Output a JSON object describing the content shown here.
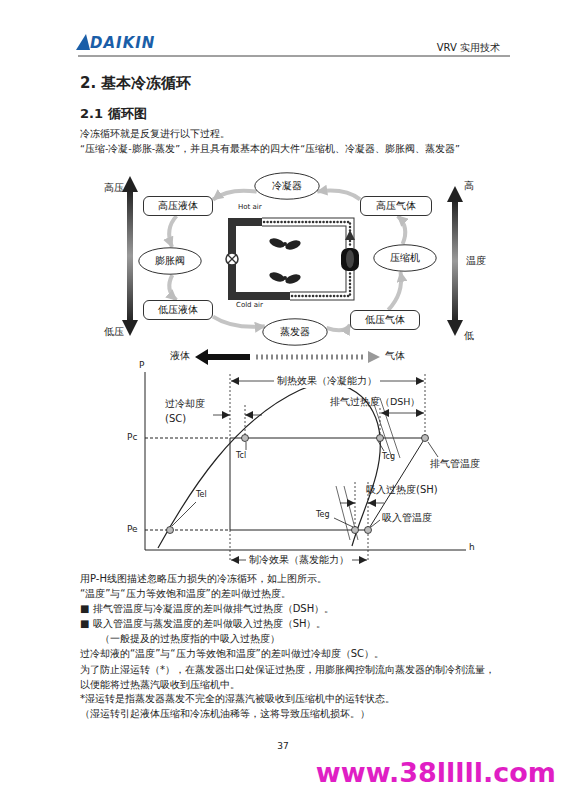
{
  "diagram": {
    "title": "2. 基本冷冻循环",
    "nodes": [
      {
        "text": [
          "冷凝器"
        ]
      },
      {
        "text": [
          "高压液体"
        ]
      },
      {
        "text": [
          "高压气体"
        ]
      },
      {
        "text": [
          "膨胀阀"
        ]
      },
      {
        "text": [
          "压缩机"
        ]
      },
      {
        "text": [
          "低压液体"
        ]
      },
      {
        "text": [
          "低压气体"
        ]
      },
      {
        "text": [
          "蒸发器"
        ]
      }
    ],
    "edges": [
      {
        "from": 4,
        "to": 2,
        "arrow": "to"
      },
      {
        "from": 2,
        "to": 0,
        "arrow": "to"
      },
      {
        "from": 0,
        "to": 1,
        "arrow": "to"
      },
      {
        "from": 1,
        "to": 3,
        "arrow": "to"
      },
      {
        "from": 3,
        "to": 5,
        "arrow": "to"
      },
      {
        "from": 5,
        "to": 7,
        "arrow": "to"
      },
      {
        "from": 7,
        "to": 6,
        "arrow": "to"
      },
      {
        "from": 6,
        "to": 4,
        "arrow": "to"
      }
    ],
    "labels": [
      "DAIKIN",
      "VRV 实用技术",
      "2.1 循环图",
      "冷冻循环就是反复进行以下过程。",
      "“压缩-冷凝-膨胀-蒸发”，并且具有最基本的四大件“压缩机、冷凝器、膨胀阀、蒸发器”",
      "高压",
      "低压",
      "高",
      "温度",
      "低",
      "Hot air",
      "Cold air",
      "液体",
      "气体",
      "P",
      "Pc",
      "Pe",
      "h",
      "制热效果（冷凝能力）",
      "过冷却度 (SC)",
      "排气过热度（DSH）",
      "Tcl",
      "Tcg",
      "排气管温度",
      "吸入过热度(SH)",
      "Teg",
      "吸入管温度",
      "Tel",
      "制冷效果（蒸发能力）",
      "用P-H线图描述忽略压力损失的冷冻循环，如上图所示。",
      "“温度”与“压力等效饱和温度”的差叫做过热度。",
      "■ 排气管温度与冷凝温度的差叫做排气过热度（DSH）。",
      "■ 吸入管温度与蒸发温度的差叫做吸入过热度（SH）。",
      "（一般提及的过热度指的中吸入过热度）",
      "过冷却液的“温度”与“压力等效饱和温度”的差叫做过冷却度（SC）。",
      "为了防止湿运转（*），在蒸发器出口处保证过热度，用膨胀阀控制流向蒸发器的制冷剂流量，以便能将过热蒸汽吸收到压缩机中。",
      "*湿运转是指蒸发器蒸发不完全的湿蒸汽被吸收到压缩机中的运转状态。",
      "（湿运转引起液体压缩和冷冻机油稀等，这将导致压缩机损坏。）",
      "37",
      "www.38lllll.com"
    ]
  }
}
